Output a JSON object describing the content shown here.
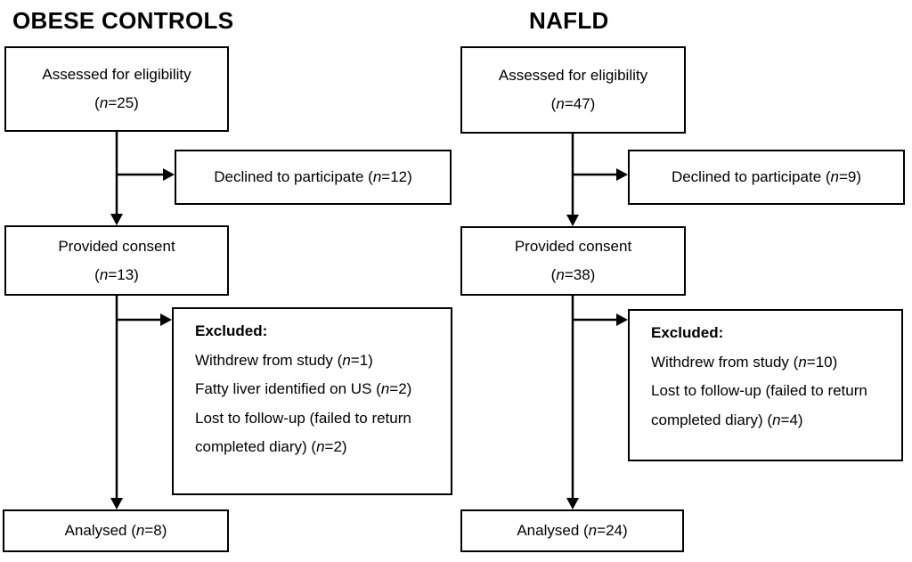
{
  "palette": {
    "ink": "#000000",
    "paper": "#ffffff"
  },
  "columns": {
    "obese": {
      "title": "OBESE CONTROLS",
      "assessed": {
        "label": "Assessed for eligibility",
        "n_text": "(n=25)"
      },
      "declined": {
        "label": "Declined to participate",
        "n_text": "(n=12)"
      },
      "consent": {
        "label": "Provided consent",
        "n_text": "(n=13)"
      },
      "excluded": {
        "heading": "Excluded:",
        "items": [
          {
            "label": "Withdrew from study",
            "n_text": "(n=1)"
          },
          {
            "label": "Fatty liver identified on US",
            "n_text": "(n=2)"
          },
          {
            "label": "Lost to follow-up (failed to return completed diary)",
            "n_text": "(n=2)"
          }
        ]
      },
      "analysed": {
        "label": "Analysed",
        "n_text": "(n=8)"
      }
    },
    "nafld": {
      "title": "NAFLD",
      "assessed": {
        "label": "Assessed for eligibility",
        "n_text": "(n=47)"
      },
      "declined": {
        "label": "Declined to participate",
        "n_text": "(n=9)"
      },
      "consent": {
        "label": "Provided consent",
        "n_text": "(n=38)"
      },
      "excluded": {
        "heading": "Excluded:",
        "items": [
          {
            "label": "Withdrew from study",
            "n_text": "(n=10)"
          },
          {
            "label": "Lost to follow-up (failed to return completed diary)",
            "n_text": "(n=4)"
          }
        ]
      },
      "analysed": {
        "label": "Analysed",
        "n_text": "(n=24)"
      }
    }
  }
}
